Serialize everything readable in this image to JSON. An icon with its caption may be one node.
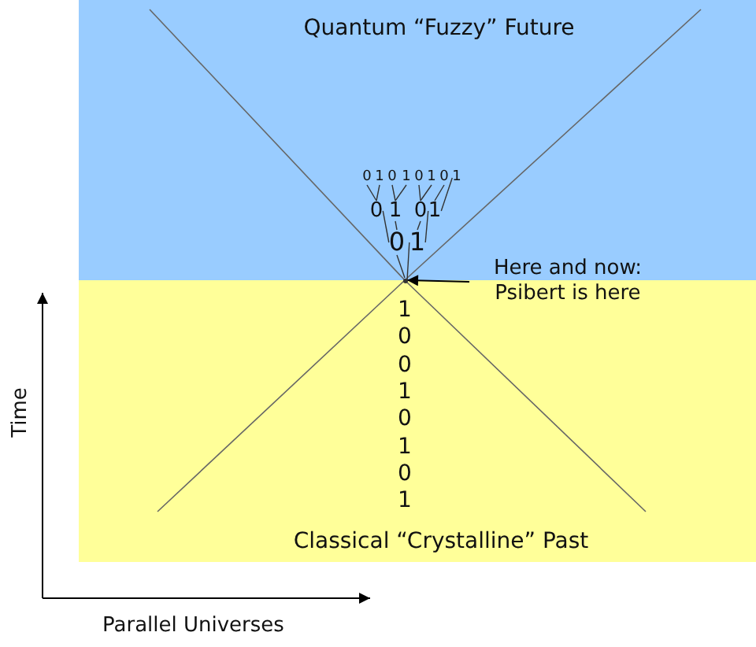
{
  "diagram": {
    "nodes": [
      {
        "text": [
          "Quantum “Fuzzy” Future"
        ]
      },
      {
        "text": [
          "0"
        ],
        "in": 0
      },
      {
        "text": [
          "1"
        ],
        "in": 0
      },
      {
        "text": [
          "0"
        ],
        "in": 0
      },
      {
        "text": [
          "1"
        ],
        "in": 0
      },
      {
        "text": [
          "0"
        ],
        "in": 0
      },
      {
        "text": [
          "1"
        ],
        "in": 0
      },
      {
        "text": [
          "0"
        ],
        "in": 0
      },
      {
        "text": [
          "1"
        ],
        "in": 0
      },
      {
        "text": [
          "0"
        ],
        "in": 0
      },
      {
        "text": [
          "1"
        ],
        "in": 0
      },
      {
        "text": [
          "0"
        ],
        "in": 0
      },
      {
        "text": [
          "1"
        ],
        "in": 0
      },
      {
        "text": [
          "0"
        ],
        "in": 0
      },
      {
        "text": [
          "1"
        ],
        "in": 0
      },
      {
        "text": [],
        "shape": "dot"
      },
      {
        "text": [
          "Here and now: Psibert is here"
        ]
      },
      {
        "text": [
          "Classical “Crystalline” Past"
        ]
      }
    ],
    "edges": [
      {
        "from": 9,
        "to": 1,
        "arrow": "none"
      },
      {
        "from": 9,
        "to": 2,
        "arrow": "none"
      },
      {
        "from": 10,
        "to": 3,
        "arrow": "none"
      },
      {
        "from": 10,
        "to": 4,
        "arrow": "none"
      },
      {
        "from": 11,
        "to": 5,
        "arrow": "none"
      },
      {
        "from": 11,
        "to": 6,
        "arrow": "none"
      },
      {
        "from": 12,
        "to": 7,
        "arrow": "none"
      },
      {
        "from": 12,
        "to": 8,
        "arrow": "none"
      },
      {
        "from": 13,
        "to": 9,
        "arrow": "none"
      },
      {
        "from": 13,
        "to": 10,
        "arrow": "none"
      },
      {
        "from": 14,
        "to": 11,
        "arrow": "none"
      },
      {
        "from": 14,
        "to": 12,
        "arrow": "none"
      },
      {
        "from": 15,
        "to": 13,
        "arrow": "none"
      },
      {
        "from": 15,
        "to": 14,
        "arrow": "none"
      },
      {
        "from": 16,
        "to": 15,
        "arrow": "to"
      }
    ],
    "labels": [
      "1",
      "0",
      "0",
      "1",
      "0",
      "1",
      "0",
      "1",
      "Time",
      "Parallel Universes"
    ]
  }
}
